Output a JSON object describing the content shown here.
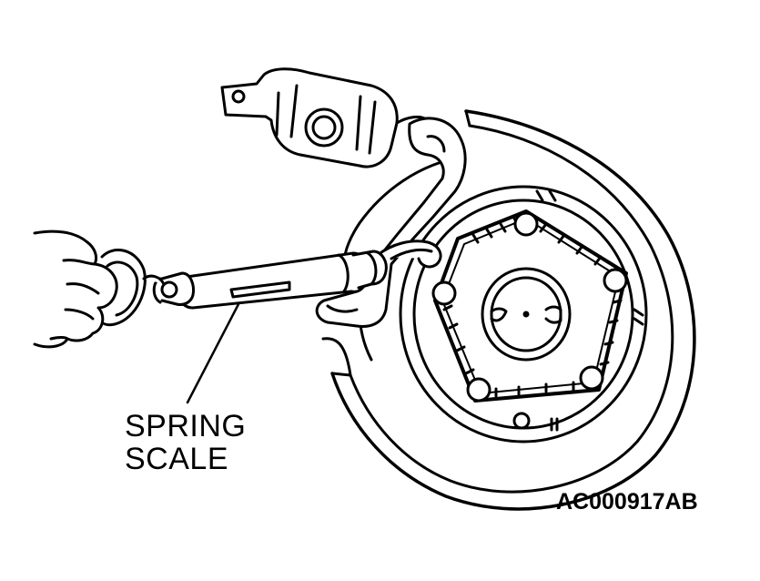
{
  "callout": {
    "line1": "SPRING",
    "line2": "SCALE"
  },
  "reference_code": "AC000917AB",
  "colors": {
    "ink": "#000000",
    "paper": "#ffffff"
  },
  "parts": [
    "hand-icon",
    "spring-scale-icon",
    "brake-caliper-icon",
    "brake-rotor-icon",
    "wheel-hub-icon",
    "wire-loop-icon"
  ]
}
